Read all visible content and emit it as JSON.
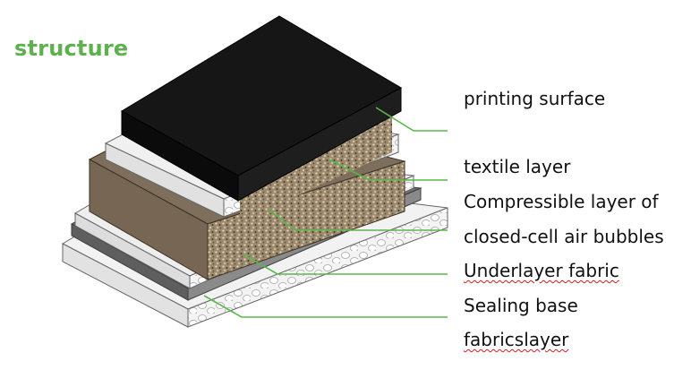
{
  "title": "structure",
  "labels": {
    "printing_surface": "printing surface",
    "textile_layer": "textile layer",
    "compressible_line1": "Compressible layer of",
    "compressible_line2": "closed-cell air bubbles",
    "underlayer_fabric": "Underlayer fabric",
    "sealing_line1": "Sealing base",
    "sealing_line2": "fabricslayer"
  },
  "colors": {
    "title": "#5fb04f",
    "leader_lines": "#5bb64c",
    "top_layer": "#111111",
    "textile_layer": "#7a6a58",
    "foam_layer": "#a08f74",
    "base_layers": "#e8e8e8",
    "spellcheck_underline": "#d21c1c"
  }
}
